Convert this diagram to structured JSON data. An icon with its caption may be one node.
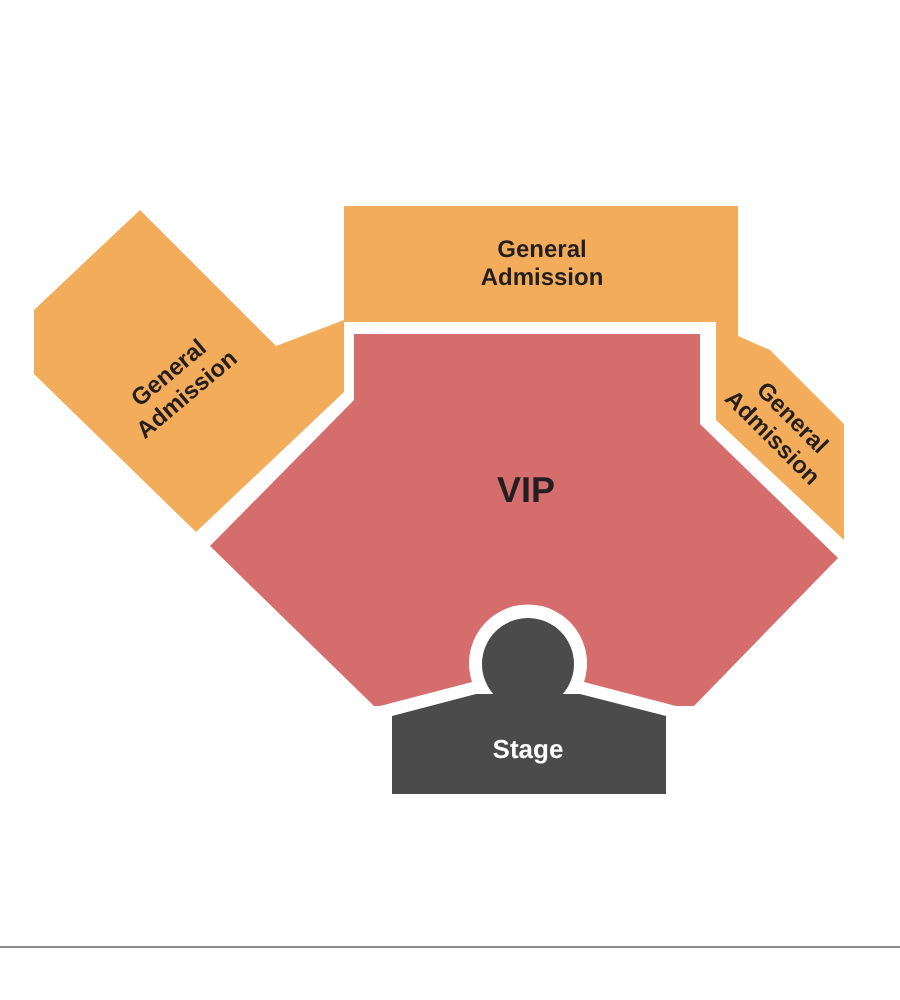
{
  "diagram": {
    "nodes": [
      {
        "text": [
          "General Admission"
        ]
      },
      {
        "text": [
          "General Admission"
        ]
      },
      {
        "text": [
          "General Admission"
        ]
      },
      {
        "text": [
          "VIP"
        ]
      },
      {
        "text": [
          "Stage"
        ]
      }
    ]
  }
}
